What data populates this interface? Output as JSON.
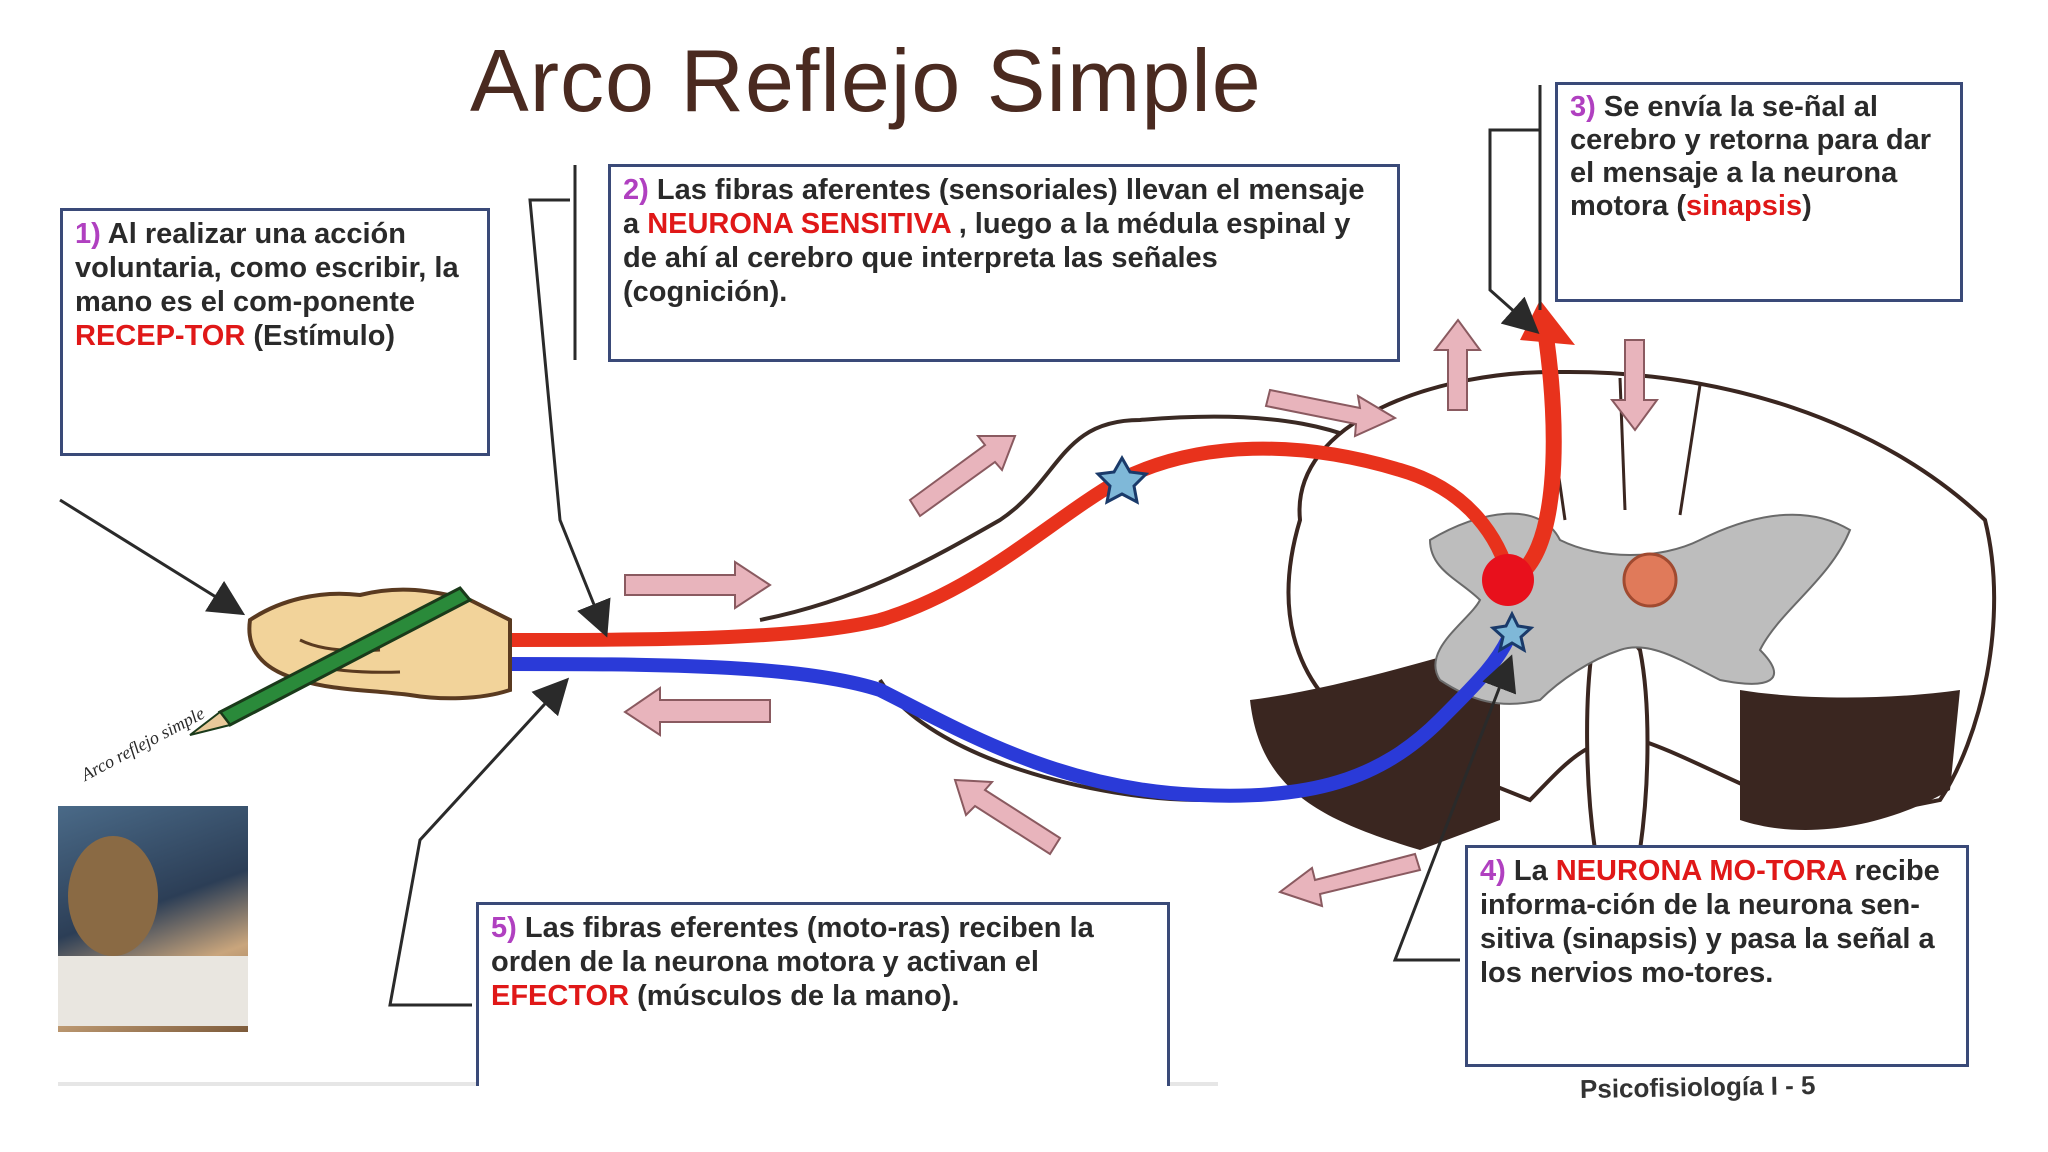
{
  "title": "Arco Reflejo Simple",
  "box1": {
    "num": "1)",
    "text_a": " Al realizar una acción voluntaria, como escribir,  la mano es el com-ponente ",
    "highlight": "RECEP-TOR",
    "text_b": "  (Estímulo)"
  },
  "box2": {
    "num": "2)",
    "text_a": " Las fibras aferentes (sensoriales) llevan el mensaje a ",
    "highlight": "NEURONA SENSITIVA",
    "text_b": " , luego a la médula espinal y de ahí al cerebro que interpreta las señales (cognición)."
  },
  "box3": {
    "num": "3)",
    "text_a": " Se envía la se-ñal al cerebro y retorna para dar el mensaje a la neurona motora ",
    "paren_open": "(",
    "highlight": "sinapsis",
    "paren_close": ")"
  },
  "box4": {
    "num": "4)",
    "text_a": " La ",
    "highlight": "NEURONA MO-TORA",
    "text_b": " recibe informa-ción de la neurona sen-sitiva (sinapsis) y pasa la señal a los nervios mo-tores."
  },
  "box5": {
    "num": "5)",
    "text_a": " Las fibras eferentes (moto-ras) reciben  la orden de la neurona motora y activan el ",
    "highlight": "EFECTOR",
    "text_b": " (músculos de la mano)."
  },
  "pencil_label": "Arco reflejo simple",
  "footer": "Psicofisiología I - 5",
  "colors": {
    "afferent": "#e8321c",
    "efferent": "#2a3ad8",
    "arrow_fill": "#e8b4bc",
    "cord_gray": "#bdbdbd",
    "cord_border": "#3a2620",
    "box_border": "#3a4a78",
    "highlight": "#e01818",
    "number": "#b040c0"
  },
  "icons": [
    "hand-icon",
    "pencil-icon",
    "neuron-star-icon",
    "spinal-cord-icon"
  ]
}
